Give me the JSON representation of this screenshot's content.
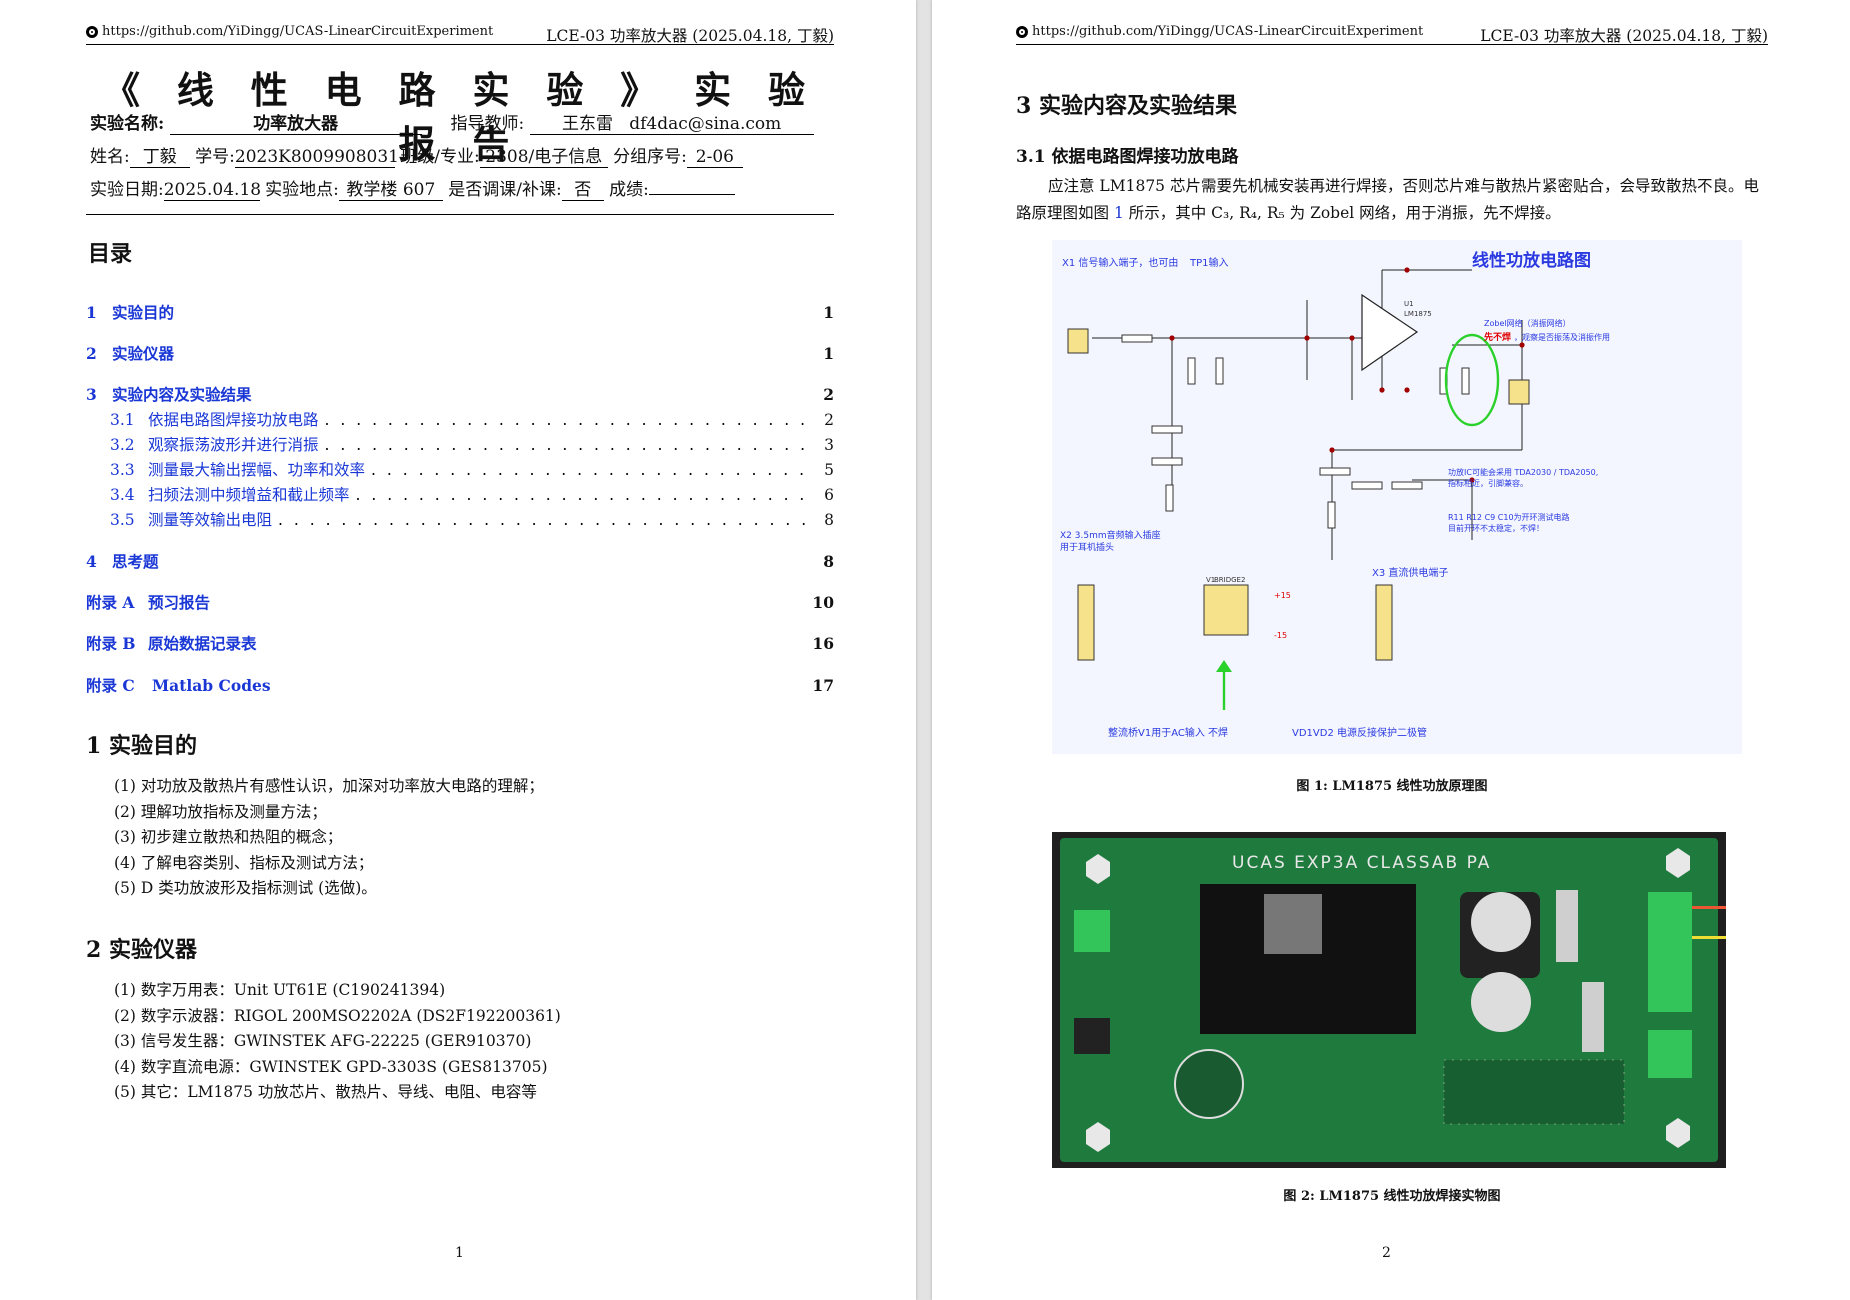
{
  "header": {
    "repo_url": "https://github.com/YiDingg/UCAS-LinearCircuitExperiment",
    "doc_tag": "LCE-03 功率放大器 (2025.04.18, 丁毅)"
  },
  "page1": {
    "title": "《 线 性 电 路 实 验 》 实 验 报 告",
    "info": {
      "name_label": "实验名称:",
      "name_value": "功率放大器",
      "teacher_label": "指导教师:",
      "teacher_value": "王东雷",
      "teacher_email": "df4dac@sina.com",
      "student_label": "姓名:",
      "student_value": "丁毅",
      "id_label": "学号:",
      "id_value": "2023K8009908031",
      "class_label": "班级/专业:",
      "class_value": "2308/电子信息",
      "group_label": "分组序号:",
      "group_value": "2-06",
      "date_label": "实验日期:",
      "date_value": "2025.04.18",
      "place_label": "实验地点:",
      "place_value": "教学楼 607",
      "retake_label": "是否调课/补课:",
      "retake_value": "否",
      "score_label": "成绩:",
      "score_value": ""
    },
    "toc_title": "目录",
    "toc": [
      {
        "num": "1",
        "text": "实验目的",
        "page": "1"
      },
      {
        "num": "2",
        "text": "实验仪器",
        "page": "1"
      },
      {
        "num": "3",
        "text": "实验内容及实验结果",
        "page": "2"
      },
      {
        "num": "4",
        "text": "思考题",
        "page": "8"
      },
      {
        "num": "附录 A",
        "text": "预习报告",
        "page": "10"
      },
      {
        "num": "附录 B",
        "text": "原始数据记录表",
        "page": "16"
      },
      {
        "num": "附录 C",
        "text": "Matlab Codes",
        "page": "17"
      }
    ],
    "toc_sub": [
      {
        "num": "3.1",
        "text": "依据电路图焊接功放电路",
        "page": "2"
      },
      {
        "num": "3.2",
        "text": "观察振荡波形并进行消振",
        "page": "3"
      },
      {
        "num": "3.3",
        "text": "测量最大输出摆幅、功率和效率",
        "page": "5"
      },
      {
        "num": "3.4",
        "text": "扫频法测中频增益和截止频率",
        "page": "6"
      },
      {
        "num": "3.5",
        "text": "测量等效输出电阻",
        "page": "8"
      }
    ],
    "sec1_title": "1  实验目的",
    "sec1_items": [
      "(1)  对功放及散热片有感性认识，加深对功率放大电路的理解；",
      "(2)  理解功放指标及测量方法；",
      "(3)  初步建立散热和热阻的概念；",
      "(4)  了解电容类别、指标及测试方法；",
      "(5)  D 类功放波形及指标测试 (选做)。"
    ],
    "sec2_title": "2  实验仪器",
    "sec2_items": [
      "(1)  数字万用表：Unit UT61E (C190241394)",
      "(2)  数字示波器：RIGOL 200MSO2202A (DS2F192200361)",
      "(3)  信号发生器：GWINSTEK AFG-22225 (GER910370)",
      "(4)  数字直流电源：GWINSTEK GPD-3303S (GES813705)",
      "(5)  其它：LM1875 功放芯片、散热片、导线、电阻、电容等"
    ],
    "page_number": "1"
  },
  "page2": {
    "sec3_title": "3  实验内容及实验结果",
    "sub31_title": "3.1  依据电路图焊接功放电路",
    "para_line1": "应注意 LM1875 芯片需要先机械安装再进行焊接，否则芯片难与散热片紧密贴合，会导致散热不良。电",
    "para_line2_a": "路原理图如图 ",
    "para_line2_link": "1",
    "para_line2_b": " 所示，其中 C₃, R₄, R₅ 为 Zobel 网络，用于消振，先不焊接。",
    "fig1_caption": "图 1: LM1875 线性功放原理图",
    "fig2_caption": "图 2: LM1875 线性功放焊接实物图",
    "page_number": "2"
  },
  "schematic": {
    "title": "线性功放电路图",
    "note_x1": "X1 信号输入端子，也可由",
    "note_tp1": "TP1输入",
    "zobel_note": "Zobel网络（消振网络）",
    "zobel_warn": "先不焊",
    "zobel_warn_b": "，观察是否振荡及消振作用",
    "ic_note": "功放IC可能会采用 TDA2030 / TDA2050,",
    "ic_note2": "指标相近，引脚兼容。",
    "loop_note": "R11 R12 C9 C10为开环测试电路",
    "loop_note2": "目前开环不太稳定，不焊！",
    "x2_note": "X2 3.5mm音频输入插座",
    "x2_note2": "用于耳机插头",
    "bridge_note": "整流桥V1用于AC输入 不焊",
    "vd_note": "VD1VD2 电源反接保护二极管",
    "x3_note": "X3 直流供电端子",
    "u1_label": "U1",
    "u1_part": "LM1875",
    "v1_label": "V1",
    "v1_part": "BRIDGE2",
    "plus15": "+15",
    "minus15": "-15"
  },
  "board": {
    "silk_title": "UCAS EXP3A CLASSAB PA"
  }
}
